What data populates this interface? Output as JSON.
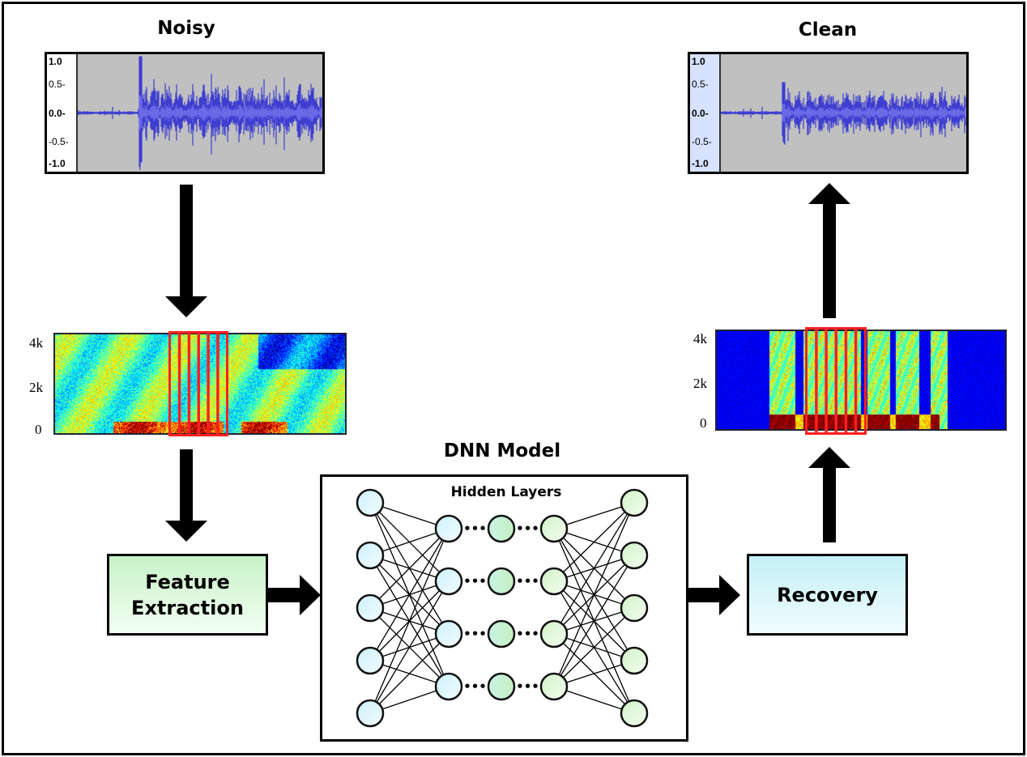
{
  "diagram": {
    "noisy_title": "Noisy",
    "clean_title": "Clean",
    "dnn_title": "DNN Model",
    "hidden_layers_label": "Hidden Layers",
    "feature_extraction_label": [
      "Feature",
      "Extraction"
    ],
    "recovery_label": "Recovery",
    "waveform_ticks": [
      "1.0",
      "0.5-",
      "0.0-",
      "-0.5-",
      "-1.0"
    ],
    "spectrogram_ticks": [
      "4k",
      "2k",
      "0"
    ],
    "network": {
      "input_nodes": 5,
      "hidden_columns": 3,
      "hidden_nodes_per_column": 4,
      "output_nodes": 5,
      "ellipsis": "•••"
    },
    "frame_count_highlighted": 6
  },
  "colors": {
    "waveform_fill": "#3f3fd0",
    "waveform_bg": "#c0c0c0",
    "noisy_axis_bg": "#ffffff",
    "clean_axis_bg": "#d6e2ff",
    "frame_highlight": "#ff2020",
    "feature_box_top": "#c8f2c8",
    "feature_box_bottom": "#f2fff2",
    "recovery_box_top": "#c4f0f6",
    "recovery_box_bottom": "#f0fcff"
  }
}
